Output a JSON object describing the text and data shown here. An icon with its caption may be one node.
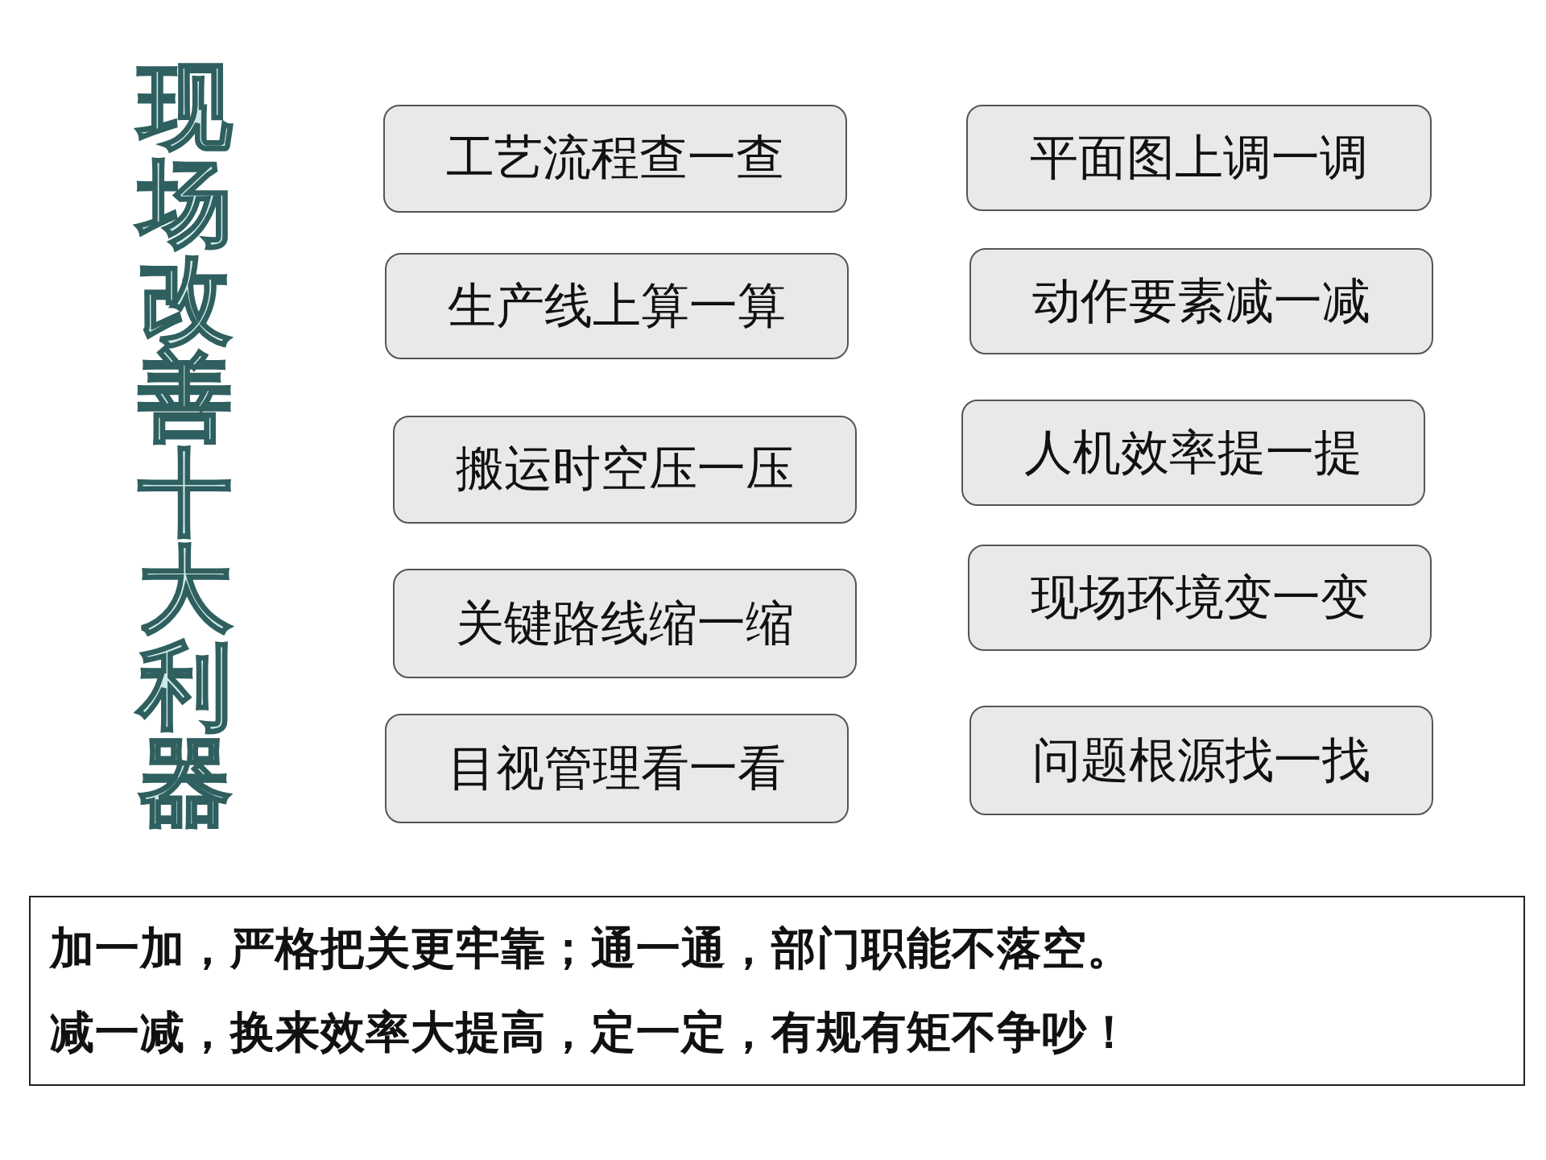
{
  "diagram": {
    "title": "现场改善十大利器",
    "nodes": [
      {
        "text": [
          "工艺流程查一查"
        ]
      },
      {
        "text": [
          "平面图上调一调"
        ]
      },
      {
        "text": [
          "生产线上算一算"
        ]
      },
      {
        "text": [
          "动作要素减一减"
        ]
      },
      {
        "text": [
          "搬运时空压一压"
        ]
      },
      {
        "text": [
          "人机效率提一提"
        ]
      },
      {
        "text": [
          "关键路线缩一缩"
        ]
      },
      {
        "text": [
          "现场环境变一变"
        ]
      },
      {
        "text": [
          "目视管理看一看"
        ]
      },
      {
        "text": [
          "问题根源找一找"
        ]
      },
      {
        "text": [
          "加一加，严格把关更牢靠；通一通，部门职能不落空。",
          "减一减，换来效率大提高，定一定，有规有矩不争吵！"
        ]
      }
    ]
  }
}
